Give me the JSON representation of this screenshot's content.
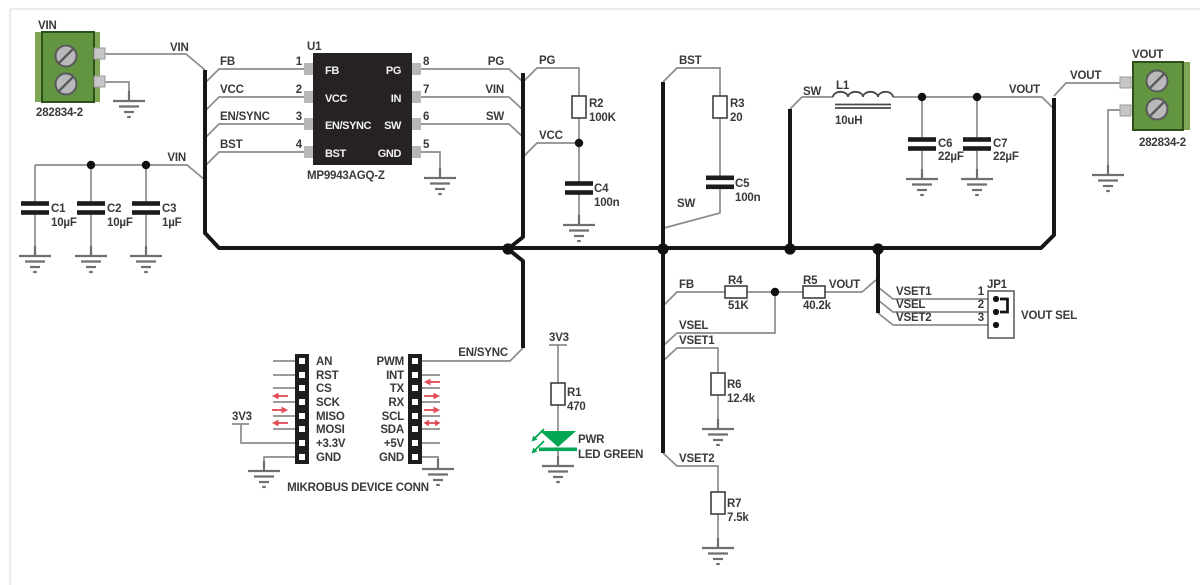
{
  "terminals": {
    "vin": {
      "net": "VIN",
      "part": "282834-2"
    },
    "vout": {
      "net": "VOUT",
      "part": "282834-2"
    }
  },
  "u1": {
    "ref": "U1",
    "part": "MP9943AGQ-Z",
    "left_pins": [
      {
        "n": "1",
        "name": "FB"
      },
      {
        "n": "2",
        "name": "VCC"
      },
      {
        "n": "3",
        "name": "EN/SYNC"
      },
      {
        "n": "4",
        "name": "BST"
      }
    ],
    "right_pins": [
      {
        "n": "8",
        "name": "PG"
      },
      {
        "n": "7",
        "name": "IN"
      },
      {
        "n": "6",
        "name": "SW"
      },
      {
        "n": "5",
        "name": "GND"
      }
    ]
  },
  "nets": {
    "vin": "VIN",
    "fb": "FB",
    "vcc": "VCC",
    "en_sync": "EN/SYNC",
    "bst": "BST",
    "pg": "PG",
    "sw": "SW",
    "vout": "VOUT",
    "vsel": "VSEL",
    "vset1": "VSET1",
    "vset2": "VSET2",
    "v3v3": "3V3"
  },
  "parts": {
    "r1": {
      "ref": "R1",
      "value": "470"
    },
    "r2": {
      "ref": "R2",
      "value": "100K"
    },
    "r3": {
      "ref": "R3",
      "value": "20"
    },
    "r4": {
      "ref": "R4",
      "value": "51K"
    },
    "r5": {
      "ref": "R5",
      "value": "40.2k"
    },
    "r6": {
      "ref": "R6",
      "value": "12.4k"
    },
    "r7": {
      "ref": "R7",
      "value": "7.5k"
    },
    "c1": {
      "ref": "C1",
      "value": "10µF"
    },
    "c2": {
      "ref": "C2",
      "value": "10µF"
    },
    "c3": {
      "ref": "C3",
      "value": "1µF"
    },
    "c4": {
      "ref": "C4",
      "value": "100n"
    },
    "c5": {
      "ref": "C5",
      "value": "100n"
    },
    "c6": {
      "ref": "C6",
      "value": "22µF"
    },
    "c7": {
      "ref": "C7",
      "value": "22µF"
    },
    "l1": {
      "ref": "L1",
      "value": "10uH"
    }
  },
  "led": {
    "ref": "PWR",
    "desc": "LED GREEN"
  },
  "jp1": {
    "ref": "JP1",
    "label": "VOUT SEL",
    "pin_numbers": [
      "1",
      "2",
      "3"
    ]
  },
  "connector": {
    "title": "MIKROBUS DEVICE CONN",
    "left": [
      "AN",
      "RST",
      "CS",
      "SCK",
      "MISO",
      "MOSI",
      "+3.3V",
      "GND"
    ],
    "right": [
      "PWM",
      "INT",
      "TX",
      "RX",
      "SCL",
      "SDA",
      "+5V",
      "GND"
    ]
  }
}
